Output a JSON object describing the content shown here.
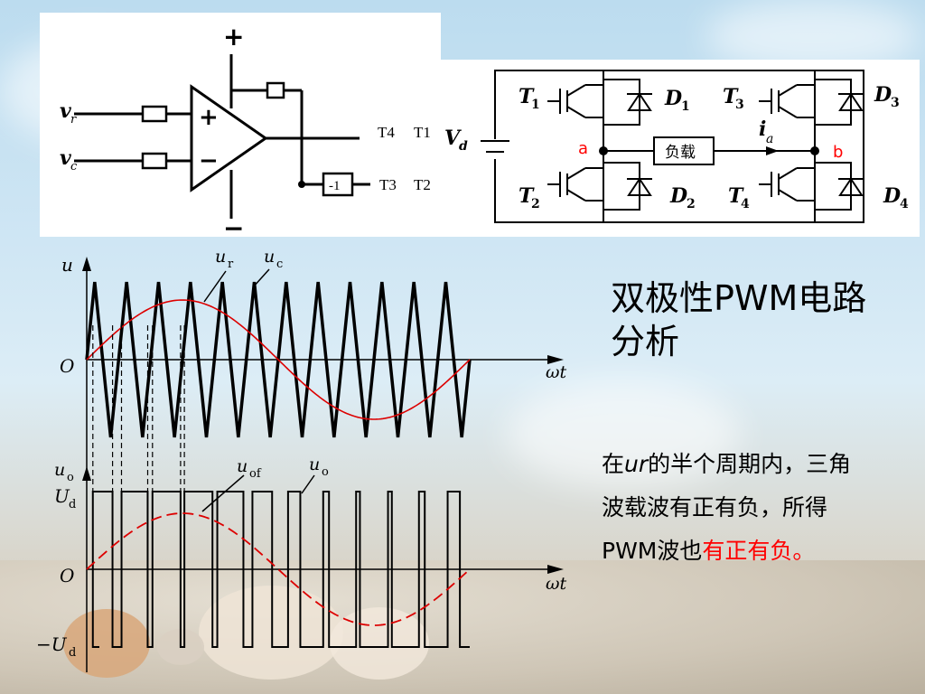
{
  "title": "双极性PWM电路分析",
  "description": {
    "part1": "在",
    "part2": "ur",
    "part3": "的半个周期内，三角波载波有正有负，所得PWM波也",
    "part4": "有正有负。"
  },
  "opamp_circuit": {
    "input1": "v",
    "input1_sub": "r",
    "input2": "v",
    "input2_sub": "c",
    "plus_supply": "+",
    "minus_supply": "−",
    "plus_input": "+",
    "minus_input": "−",
    "out_label1": "T4",
    "out_label2": "T1",
    "inverter": "-1",
    "inv_label1": "T3",
    "inv_label2": "T2"
  },
  "bridge_circuit": {
    "t1": "T",
    "t1_sub": "1",
    "t2": "T",
    "t2_sub": "2",
    "t3": "T",
    "t3_sub": "3",
    "t4": "T",
    "t4_sub": "4",
    "d1": "D",
    "d1_sub": "1",
    "d2": "D",
    "d2_sub": "2",
    "d3": "D",
    "d3_sub": "3",
    "d4": "D",
    "d4_sub": "4",
    "vd": "V",
    "vd_sub": "d",
    "node_a": "a",
    "node_b": "b",
    "load": "负载",
    "current": "i",
    "current_sub": "a"
  },
  "waveform_top": {
    "y_axis": "u",
    "origin": "O",
    "x_axis": "ωt",
    "ur": "u",
    "ur_sub": "r",
    "uc": "u",
    "uc_sub": "c"
  },
  "waveform_bottom": {
    "y_axis": "u",
    "y_axis_sub": "o",
    "ud": "U",
    "ud_sub": "d",
    "neg_ud": "−U",
    "neg_ud_sub": "d",
    "origin": "O",
    "x_axis": "ωt",
    "uof": "u",
    "uof_sub": "of",
    "uo": "u",
    "uo_sub": "o"
  },
  "colors": {
    "reference_sine": "#dd0000",
    "carrier": "#000000",
    "node_label": "#ff0000",
    "highlight_text": "#ff0000"
  }
}
